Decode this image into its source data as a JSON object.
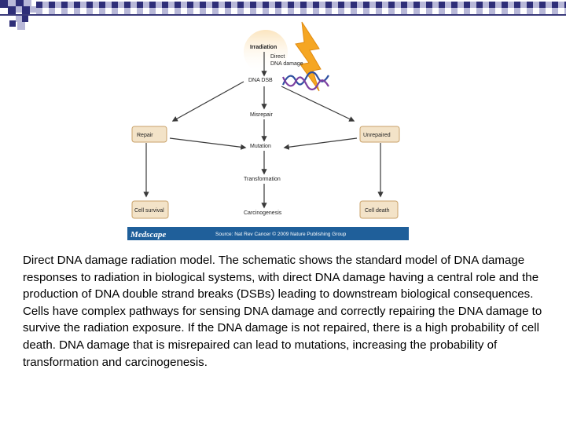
{
  "diagram": {
    "irradiation": "Irradiation",
    "direct_damage_line1": "Direct",
    "direct_damage_line2": "DNA damage",
    "dna_dsb": "DNA DSB",
    "misrepair": "Misrepair",
    "mutation": "Mutation",
    "transformation": "Transformation",
    "carcinogenesis": "Carcinogenesis",
    "repair": "Repair",
    "unrepaired": "Unrepaired",
    "cell_survival": "Cell survival",
    "cell_death": "Cell death"
  },
  "footer": {
    "logo": "Medscape",
    "source": "Source: Nat Rev Cancer © 2009 Nature Publishing Group"
  },
  "caption": "Direct DNA damage radiation model. The schematic shows the standard model of DNA damage responses to radiation in biological systems, with direct DNA damage having a central role and the production of DNA double strand breaks (DSBs) leading to downstream biological consequences. Cells have complex pathways for sensing DNA damage and correctly repairing the DNA damage to survive the radiation exposure. If the DNA damage is not repaired, there is a high probability of cell death. DNA damage that is misrepaired can lead to mutations, increasing the probability of transformation and carcinogenesis.",
  "colors": {
    "checker_dark": "#2e2e78",
    "checker_light": "#b8b8d8",
    "box_fill": "#f3e3c8",
    "box_stroke": "#c9a26a",
    "arrow": "#3a3a3a",
    "footer_bg": "#1f5f9a",
    "lightning": "#f5a623"
  }
}
